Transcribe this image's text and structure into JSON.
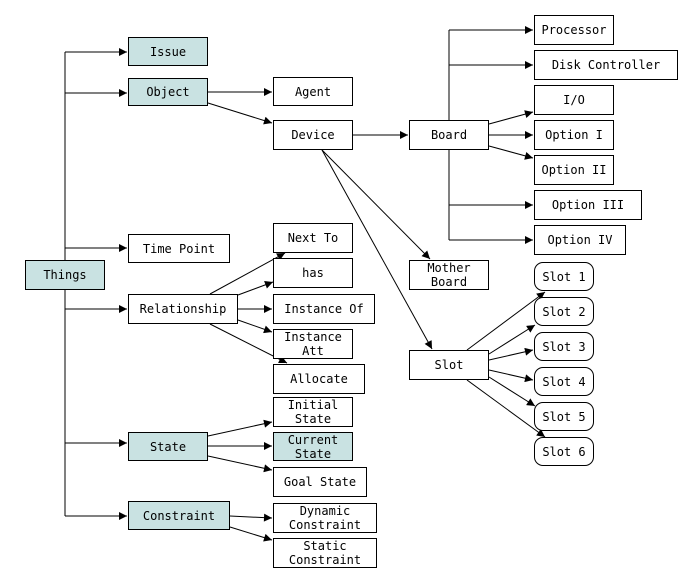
{
  "colors": {
    "highlight": "#c9e2e2",
    "line": "#000000",
    "background": "#ffffff"
  },
  "nodes": {
    "things": "Things",
    "issue": "Issue",
    "object": "Object",
    "time_point": "Time Point",
    "relationship": "Relationship",
    "state": "State",
    "constraint": "Constraint",
    "agent": "Agent",
    "device": "Device",
    "next_to": "Next To",
    "has": "has",
    "instance_of": "Instance Of",
    "instance_att": "Instance\nAtt",
    "allocate": "Allocate",
    "initial_state": "Initial\nState",
    "current_state": "Current\nState",
    "goal_state": "Goal State",
    "dynamic_constraint": "Dynamic\nConstraint",
    "static_constraint": "Static\nConstraint",
    "board": "Board",
    "mother_board": "Mother\nBoard",
    "slot": "Slot",
    "processor": "Processor",
    "disk_controller": "Disk Controller",
    "io": "I/O",
    "option_i": "Option I",
    "option_ii": "Option II",
    "option_iii": "Option III",
    "option_iv": "Option IV",
    "slot_1": "Slot 1",
    "slot_2": "Slot 2",
    "slot_3": "Slot 3",
    "slot_4": "Slot 4",
    "slot_5": "Slot 5",
    "slot_6": "Slot 6"
  }
}
